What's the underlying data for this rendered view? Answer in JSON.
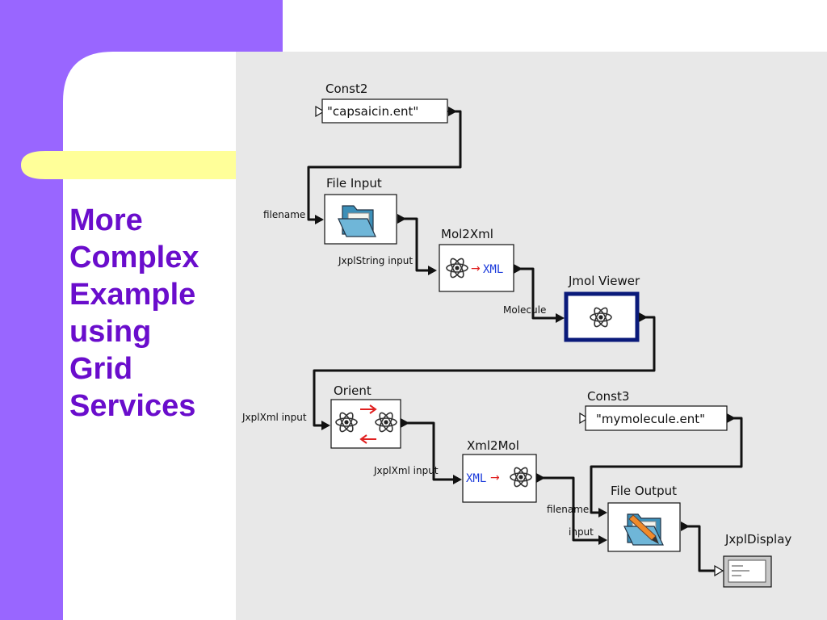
{
  "slide": {
    "title_lines": [
      "More",
      "Complex",
      "Example",
      "using",
      "Grid",
      "Services"
    ],
    "colors": {
      "purple": "#9966ff",
      "title": "#6a0dcc",
      "yellow": "#ffff99",
      "canvas": "#e8e8e8"
    }
  },
  "nodes": {
    "const2": {
      "title": "Const2",
      "value": "\"capsaicin.ent\""
    },
    "file_input": {
      "title": "File Input",
      "port_in": "filename",
      "icon": "folder-icon"
    },
    "mol2xml": {
      "title": "Mol2Xml",
      "port_in": "JxplString input",
      "icon": "atom-to-xml-icon",
      "xml_text": "XML"
    },
    "jmol_viewer": {
      "title": "Jmol Viewer",
      "port_in": "Molecule",
      "icon": "atom-icon"
    },
    "orient": {
      "title": "Orient",
      "port_in": "JxplXml input",
      "icon": "orient-icon"
    },
    "xml2mol": {
      "title": "Xml2Mol",
      "port_in": "JxplXml input",
      "icon": "xml-to-atom-icon",
      "xml_text": "XML"
    },
    "const3": {
      "title": "Const3",
      "value": "\"mymolecule.ent\""
    },
    "file_output": {
      "title": "File Output",
      "port_in_1": "filename",
      "port_in_2": "input",
      "icon": "folder-pen-icon"
    },
    "jxpl_display": {
      "title": "JxplDisplay",
      "icon": "display-icon"
    }
  }
}
